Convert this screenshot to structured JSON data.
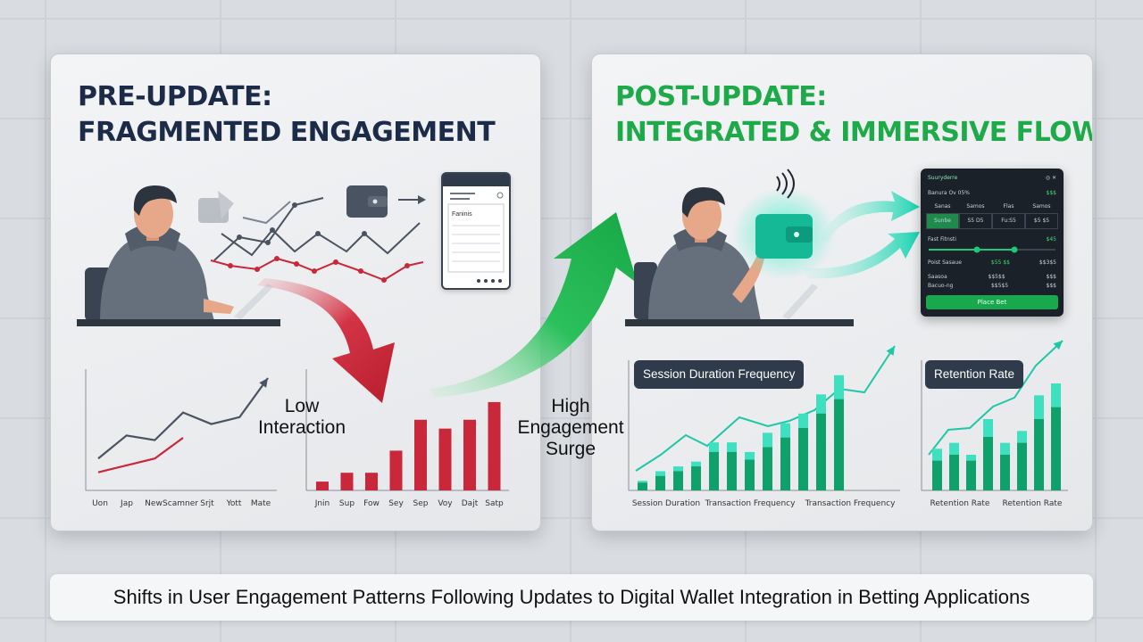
{
  "left_panel": {
    "title_line1": "PRE-UPDATE:",
    "title_line2": "FRAGMENTED ENGAGEMENT"
  },
  "right_panel": {
    "title_line1": "POST-UPDATE:",
    "title_line2": "INTEGRATED & IMMERSIVE FLOW"
  },
  "labels": {
    "low_line1": "Low",
    "low_line2": "Interaction",
    "high_line1": "High",
    "high_line2": "Engagement",
    "high_line3": "Surge"
  },
  "caption": "Shifts in User Engagement Patterns Following Updates to Digital Wallet Integration in Betting Applications",
  "chips": {
    "session": "Session Duration Frequency",
    "retention": "Retention Rate"
  },
  "colors": {
    "navy": "#1c2b47",
    "green": "#1faa4a",
    "red": "#c8283a",
    "teal": "#1fc7a6",
    "dark_green": "#0fa06b"
  },
  "chart_data": [
    {
      "type": "line",
      "categories": [
        "Uon",
        "Jap",
        "New",
        "Scamner",
        "Srjt",
        "Yott",
        "Mate"
      ],
      "series": [
        {
          "values": [
            2,
            4,
            3.6,
            6,
            5,
            5.6,
            9
          ]
        },
        {
          "values": [
            0.8,
            1.4,
            2,
            3.8
          ]
        }
      ]
    },
    {
      "type": "bar",
      "categories": [
        "Jnin",
        "Sup",
        "Fow",
        "Sey",
        "Sep",
        "Voy",
        "Dajt",
        "Satp"
      ],
      "values": [
        1,
        2,
        2,
        4.5,
        8,
        7,
        8,
        10
      ],
      "ylim": [
        0,
        10.5
      ]
    },
    {
      "type": "bar",
      "title": "Session Duration Frequency",
      "tick_labels": [
        "Session Duration",
        "Transaction Frequency",
        "Transaction Frequency"
      ],
      "series": [
        {
          "values": [
            1,
            2,
            2.5,
            3,
            5,
            5,
            4,
            6,
            7,
            8,
            10,
            12
          ]
        },
        {
          "values": [
            0.8,
            1.5,
            2,
            2.5,
            4,
            4,
            3.2,
            4.5,
            5.5,
            6.5,
            8,
            9.5
          ]
        }
      ],
      "ylim": [
        0,
        13
      ]
    },
    {
      "type": "bar",
      "title": "Retention Rate",
      "tick_labels": [
        "Retention Rate",
        "Retention Rate"
      ],
      "series": [
        {
          "values": [
            3.5,
            4,
            3,
            6,
            4,
            5,
            8,
            9
          ]
        },
        {
          "values": [
            2.5,
            3,
            2.5,
            4.5,
            3,
            4,
            6,
            7
          ]
        }
      ],
      "ylim": [
        0,
        10.5
      ]
    }
  ],
  "mock_screen_left": {
    "tag": "Faninis"
  },
  "wallet_card": {
    "brand": "Suuryderre",
    "row1_left": "Banura Ov 05%",
    "row1_right": "$$$",
    "tabs": [
      "Sanas",
      "Samos",
      "Flas",
      "Samos"
    ],
    "tab_values": [
      "Sunbe",
      "S5 D5",
      "Fu:S5",
      "$5 $5"
    ],
    "row2_left": "Fast Fitnsti",
    "row2_right": "$45",
    "row3_left": "Poist Sasaue",
    "row3_mid": "$55 $$",
    "row3_right": "$$3$5",
    "row4_left": "Saasoa",
    "row4_mid": "$$5$$",
    "row4_right": "$$$",
    "row5_left": "Bacuo-ng",
    "row5_mid": "$$5$5",
    "row5_right": "$$$",
    "button": "Place Bet"
  }
}
